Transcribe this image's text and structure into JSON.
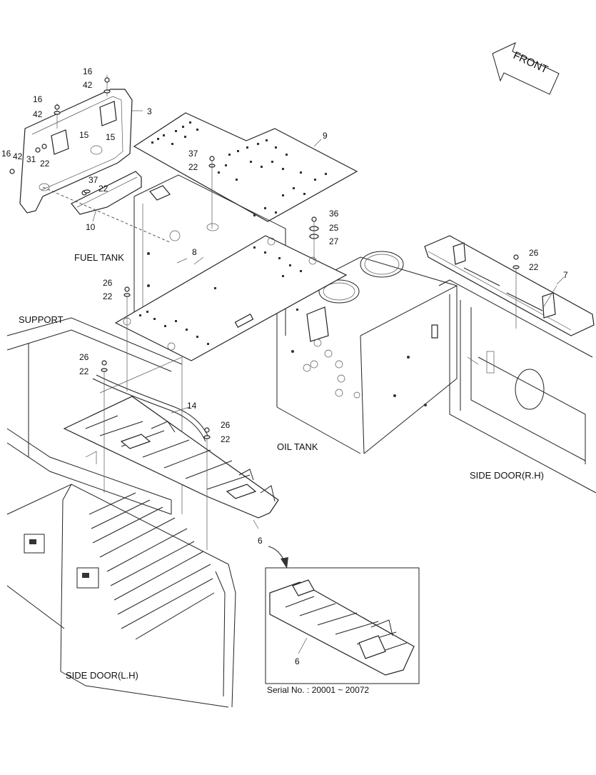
{
  "direction_arrow": {
    "label": "FRONT"
  },
  "components": {
    "fuel_tank": "FUEL TANK",
    "support": "SUPPORT",
    "oil_tank": "OIL TANK",
    "side_door_rh": "SIDE DOOR(R.H)",
    "side_door_lh": "SIDE DOOR(L.H)"
  },
  "callouts": {
    "c16a": "16",
    "c42a": "42",
    "c3": "3",
    "c16b": "16",
    "c42b": "42",
    "c15a": "15",
    "c15b": "15",
    "c16c": "16",
    "c42c": "42",
    "c31": "31",
    "c22a": "22",
    "c37a": "37",
    "c22b": "22",
    "c10": "10",
    "c9": "9",
    "c37b": "37",
    "c22c": "22",
    "c36": "36",
    "c25": "25",
    "c27": "27",
    "c8": "8",
    "c26a": "26",
    "c22d": "22",
    "c26b": "26",
    "c22e": "22",
    "c14": "14",
    "c26c": "26",
    "c22f": "22",
    "c6": "6",
    "c7": "7",
    "c26d": "26",
    "c22g": "22",
    "c6_detail": "6"
  },
  "detail_inset": {
    "serial_caption": "Serial No. : 20001 ~ 20072"
  }
}
